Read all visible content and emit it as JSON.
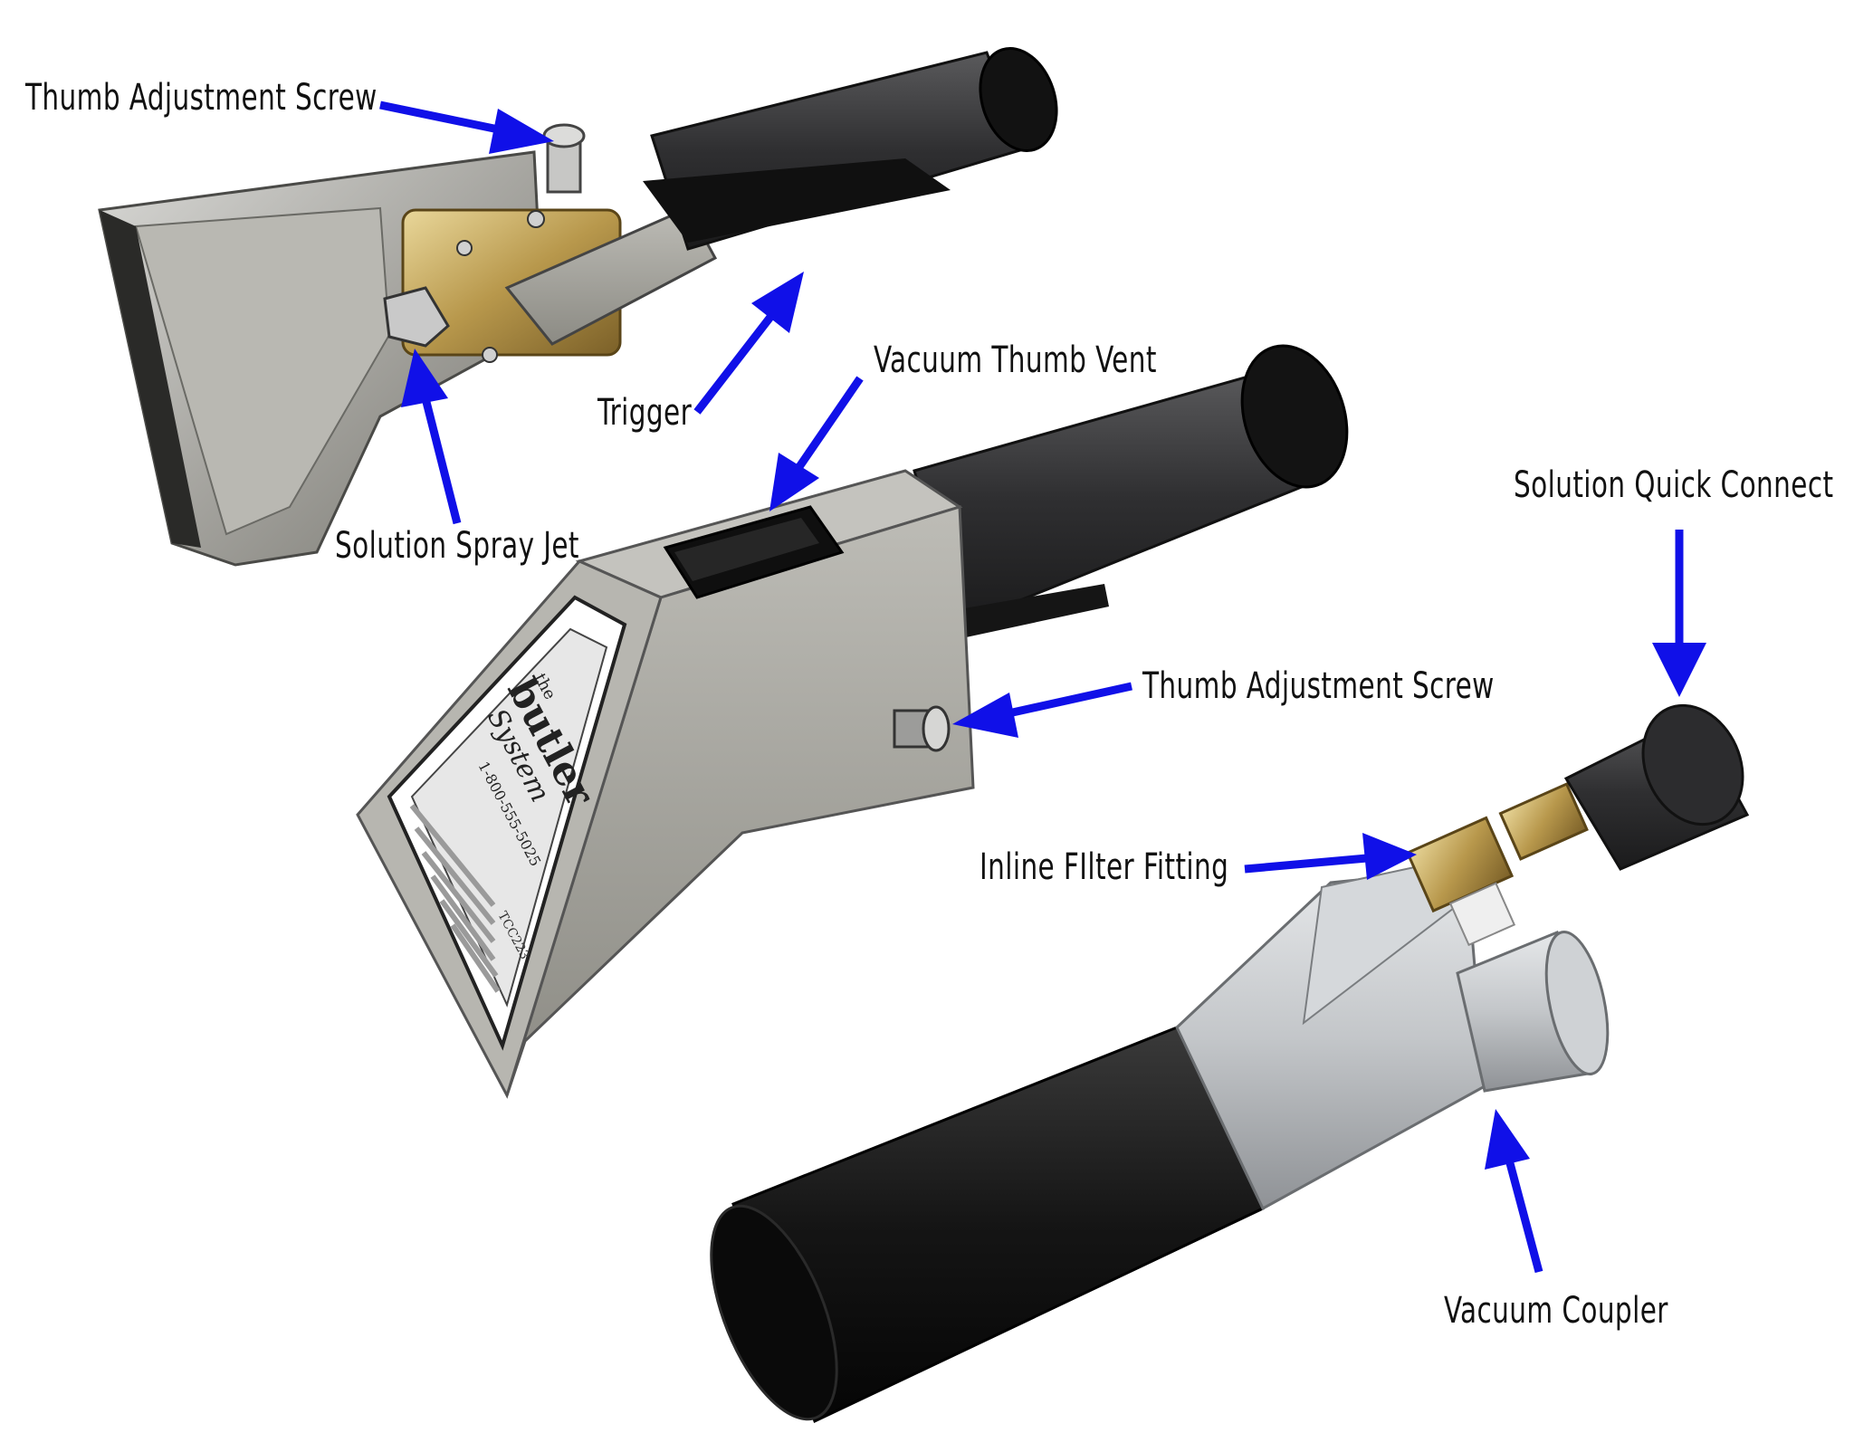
{
  "accent_color": "#1010e8",
  "labels": {
    "thumb_adjustment_screw_top": "Thumb Adjustment Screw",
    "trigger": "Trigger",
    "solution_spray_jet": "Solution Spray Jet",
    "vacuum_thumb_vent": "Vacuum Thumb Vent",
    "thumb_adjustment_screw_mid": "Thumb Adjustment Screw",
    "solution_quick_connect": "Solution Quick Connect",
    "inline_filter_fitting": "Inline FIlter Fitting",
    "vacuum_coupler": "Vacuum Coupler"
  },
  "logo": {
    "the": "the",
    "brand": "butler",
    "script": "System",
    "phone": "1-800-555-5025",
    "model": "TCC223"
  }
}
